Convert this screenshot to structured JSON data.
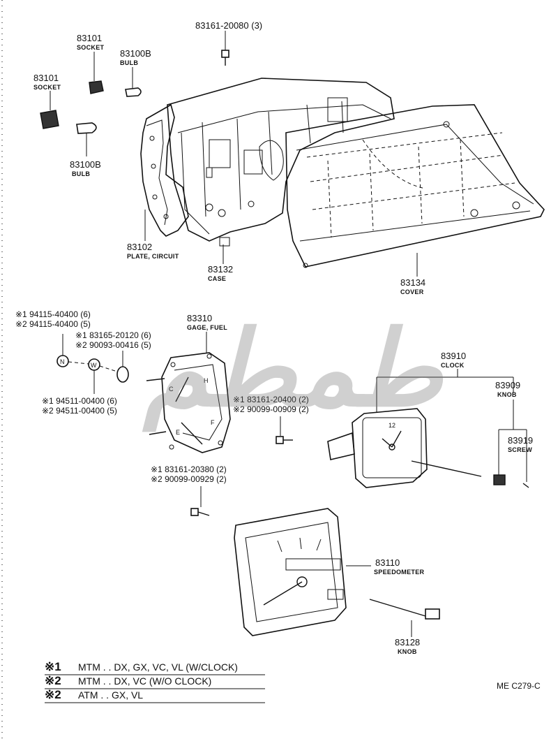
{
  "labels": {
    "screw_top": {
      "pn": "83161-20080 (3)"
    },
    "socket_a": {
      "pn": "83101",
      "name": "SOCKET"
    },
    "bulb_a": {
      "pn": "83100B",
      "name": "BULB"
    },
    "socket_b": {
      "pn": "83101",
      "name": "SOCKET"
    },
    "bulb_b": {
      "pn": "83100B",
      "name": "BULB"
    },
    "plate": {
      "pn": "83102",
      "name": "PLATE, CIRCUIT"
    },
    "case": {
      "pn": "83132",
      "name": "CASE"
    },
    "cover": {
      "pn": "83134",
      "name": "COVER"
    },
    "fuel_gage": {
      "pn": "83310",
      "name": "GAGE, FUEL"
    },
    "clock": {
      "pn": "83910",
      "name": "CLOCK"
    },
    "clock_knob": {
      "pn": "83909",
      "name": "KNOB"
    },
    "clock_screw": {
      "pn": "83919",
      "name": "SCREW"
    },
    "speedometer": {
      "pn": "83110",
      "name": "SPEEDOMETER"
    },
    "speedo_knob": {
      "pn": "83128",
      "name": "KNOB"
    }
  },
  "fasteners": {
    "nut": [
      "※1 94115-40400 (6)",
      "※2 94115-40400 (5)"
    ],
    "insulator": [
      "※1 83165-20120 (6)",
      "※2 90093-00416 (5)"
    ],
    "washer": [
      "※1 94511-00400 (6)",
      "※2 94511-00400 (5)"
    ],
    "screw_mid": [
      "※1 83161-20400 (2)",
      "※2 90099-00909 (2)"
    ],
    "screw_low": [
      "※1 83161-20380 (2)",
      "※2 90099-00929 (2)"
    ]
  },
  "callouts": {
    "nut_letter": "N",
    "washer_letter": "W"
  },
  "gauge_marks": {
    "h": "H",
    "c": "C",
    "e": "E",
    "f": "F"
  },
  "clock_marks": {
    "twelve": "12"
  },
  "legend": [
    {
      "mark": "※1",
      "text": "MTM . . DX, GX, VC, VL (W/CLOCK)"
    },
    {
      "mark": "※2",
      "text": "MTM . . DX, VC (W/O CLOCK)"
    },
    {
      "mark": "※2",
      "text": "ATM . . GX, VL"
    }
  ],
  "drawing_code": "ME C279-C",
  "watermark": "طمطم"
}
